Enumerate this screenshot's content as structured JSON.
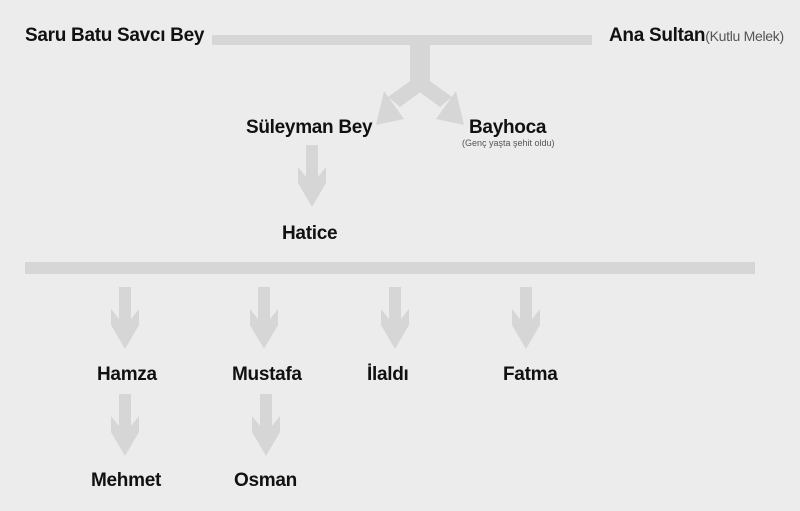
{
  "colors": {
    "background": "#ececec",
    "connector": "#d6d6d6",
    "text": "#111111",
    "note_text": "#555555"
  },
  "generation_1": {
    "father": "Saru Batu Savcı Bey",
    "mother": "Ana Sultan",
    "mother_note": "(Kutlu Melek)"
  },
  "generation_2": {
    "son_1": "Süleyman Bey",
    "son_2": "Bayhoca",
    "son_2_note": "(Genç yaşta şehit oldu)"
  },
  "generation_3": {
    "daughter": "Hatice"
  },
  "generation_4": {
    "child_1": "Hamza",
    "child_2": "Mustafa",
    "child_3": "İlaldı",
    "child_4": "Fatma"
  },
  "generation_5": {
    "grandchild_1": "Mehmet",
    "grandchild_2": "Osman"
  }
}
